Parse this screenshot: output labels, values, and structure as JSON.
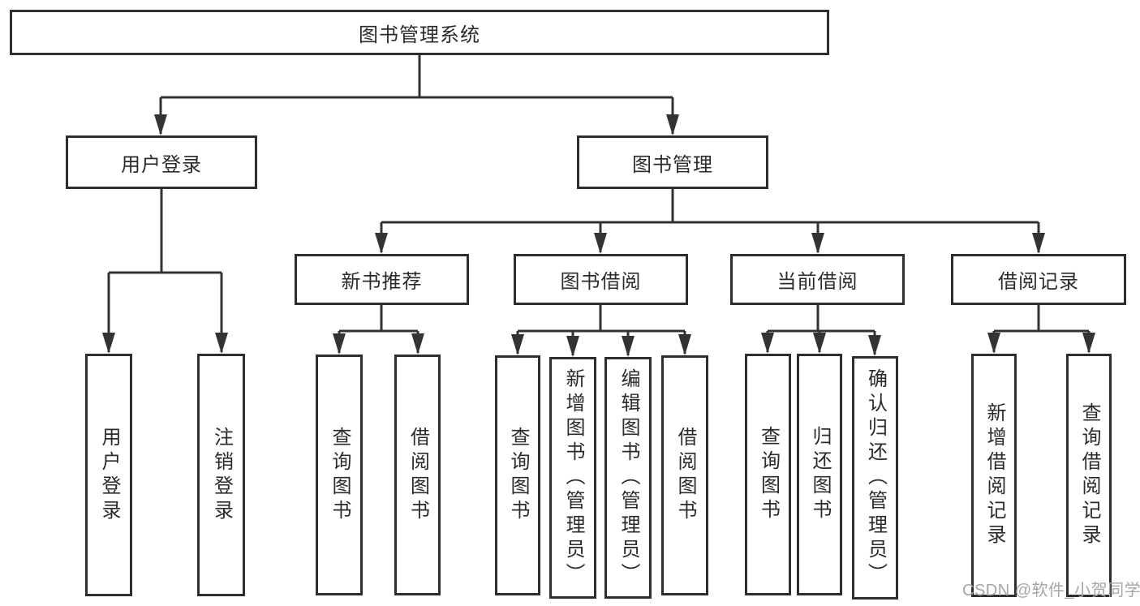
{
  "tree": {
    "label": "图书管理系统",
    "children": [
      {
        "label": "用户登录",
        "children": [
          {
            "label": "用户登录"
          },
          {
            "label": "注销登录"
          }
        ]
      },
      {
        "label": "图书管理",
        "children": [
          {
            "label": "新书推荐",
            "children": [
              {
                "label": "查询图书"
              },
              {
                "label": "借阅图书"
              }
            ]
          },
          {
            "label": "图书借阅",
            "children": [
              {
                "label": "查询图书"
              },
              {
                "label": "新增图书（管理员）"
              },
              {
                "label": "编辑图书（管理员）"
              },
              {
                "label": "借阅图书"
              }
            ]
          },
          {
            "label": "当前借阅",
            "children": [
              {
                "label": "查询图书"
              },
              {
                "label": "归还图书"
              },
              {
                "label": "确认归还（管理员）"
              }
            ]
          },
          {
            "label": "借阅记录",
            "children": [
              {
                "label": "新增借阅记录"
              },
              {
                "label": "查询借阅记录"
              }
            ]
          }
        ]
      }
    ]
  },
  "watermark": {
    "text": "CSDN @软件_小贺同学"
  },
  "colors": {
    "line": "#333333",
    "box_border": "#2e2e2e",
    "text": "#2b2b2b",
    "watermark": "#a6a6a6",
    "background": "#ffffff"
  }
}
